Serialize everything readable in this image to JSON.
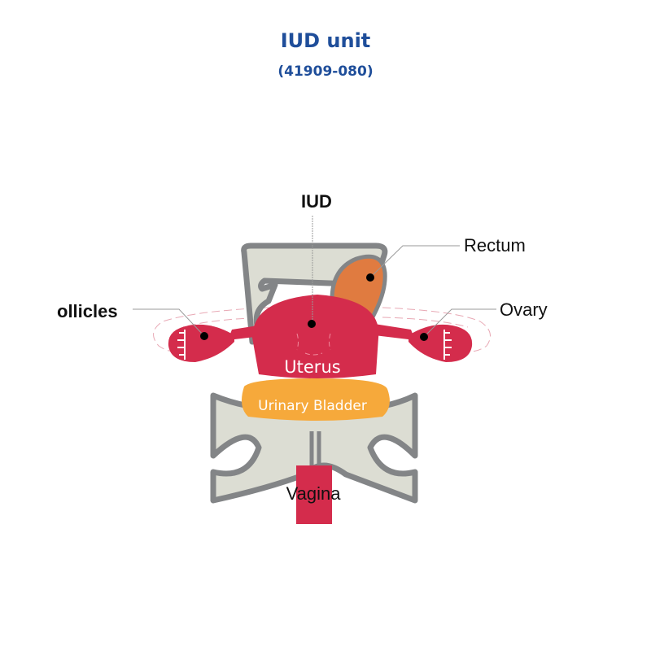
{
  "header": {
    "title": "IUD unit",
    "subtitle": "(41909-080)"
  },
  "labels": {
    "iud": "IUD",
    "rectum": "Rectum",
    "ovary": "Ovary",
    "follicles": "ollicles",
    "uterus": "Uterus",
    "urinary_bladder": "Urinary Bladder",
    "vagina": "Vagina"
  },
  "colors": {
    "title": "#1f4e9a",
    "uterus": "#d42c4c",
    "rectum": "#e07b40",
    "bladder": "#f6a93b",
    "pelvis_fill": "#dcddd3",
    "pelvis_outline": "#838587",
    "leader_line": "#9a9a9a"
  }
}
